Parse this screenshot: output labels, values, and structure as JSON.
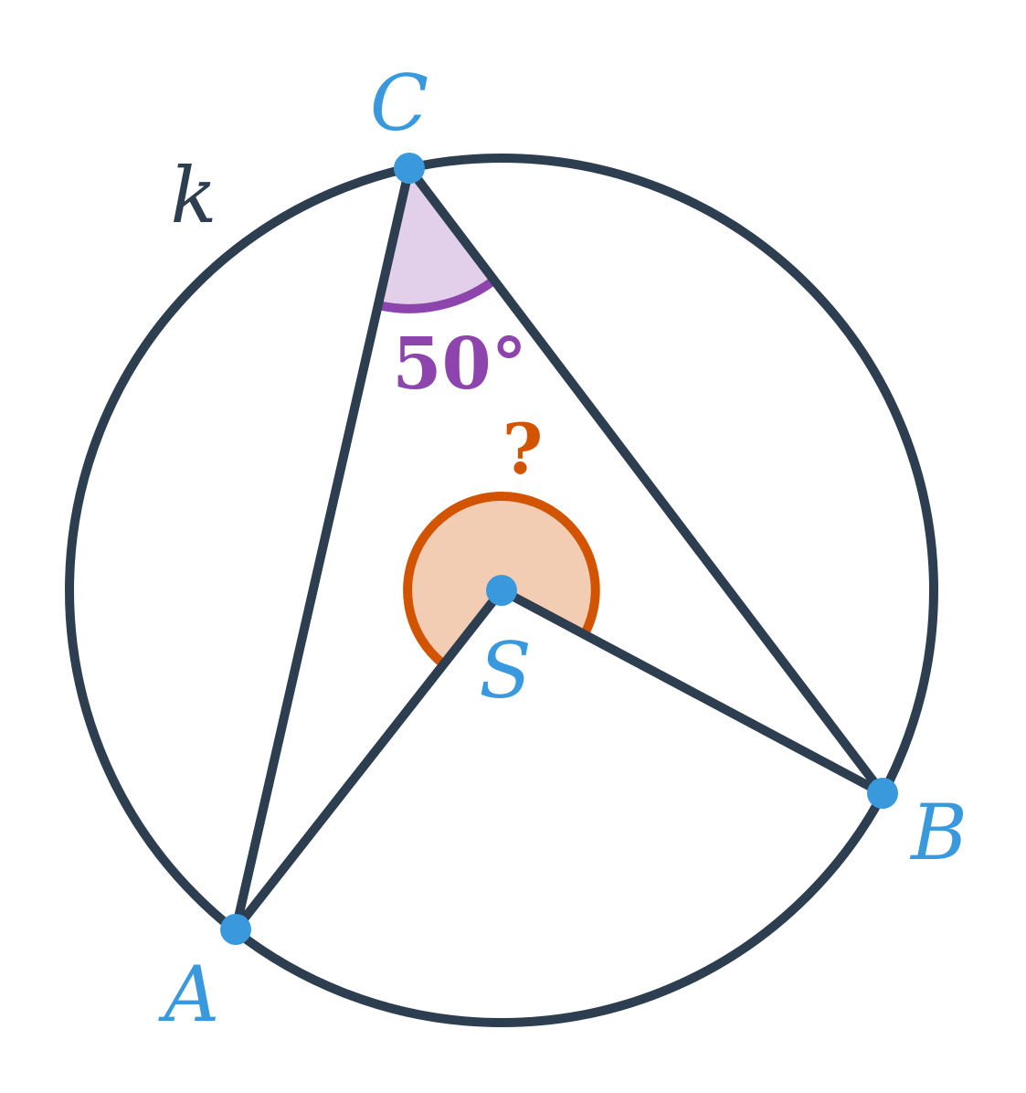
{
  "labels": {
    "circle": "k",
    "center": "S",
    "point_a": "A",
    "point_b": "B",
    "point_c": "C",
    "inscribed_angle": "50°",
    "central_angle": "?"
  },
  "angles": {
    "inscribed_deg": 50
  },
  "colors": {
    "stroke": "#2d3e50",
    "point": "#3a99dc",
    "inscribed_fill": "#e2cfea",
    "inscribed_stroke": "#8e44ad",
    "central_fill": "#f2cdb3",
    "central_stroke": "#d35400",
    "background": "#ffffff"
  }
}
